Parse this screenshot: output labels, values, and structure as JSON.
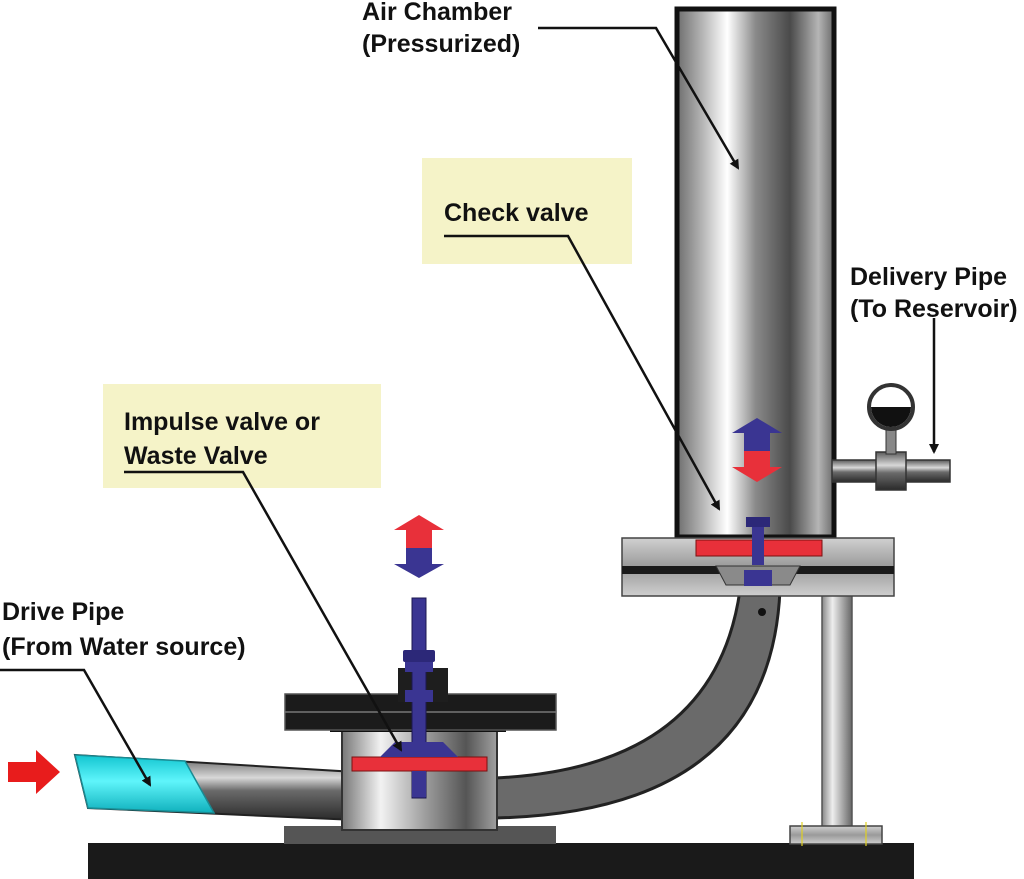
{
  "labels": {
    "air_chamber": [
      "Air Chamber",
      "(Pressurized)"
    ],
    "check_valve": "Check valve",
    "delivery_pipe": [
      "Delivery Pipe",
      "(To Reservoir)"
    ],
    "impulse_valve": [
      "Impulse valve or",
      "Waste Valve"
    ],
    "drive_pipe": [
      "Drive Pipe",
      "(From Water source)"
    ]
  },
  "colors": {
    "callout_box": "#f5f3c8",
    "valve_disc": "#e8303a",
    "valve_stem": "#3a3592",
    "water": "#2ee8f0",
    "base": "#1a1a1a",
    "flow_arrow": "#e81c1c"
  }
}
